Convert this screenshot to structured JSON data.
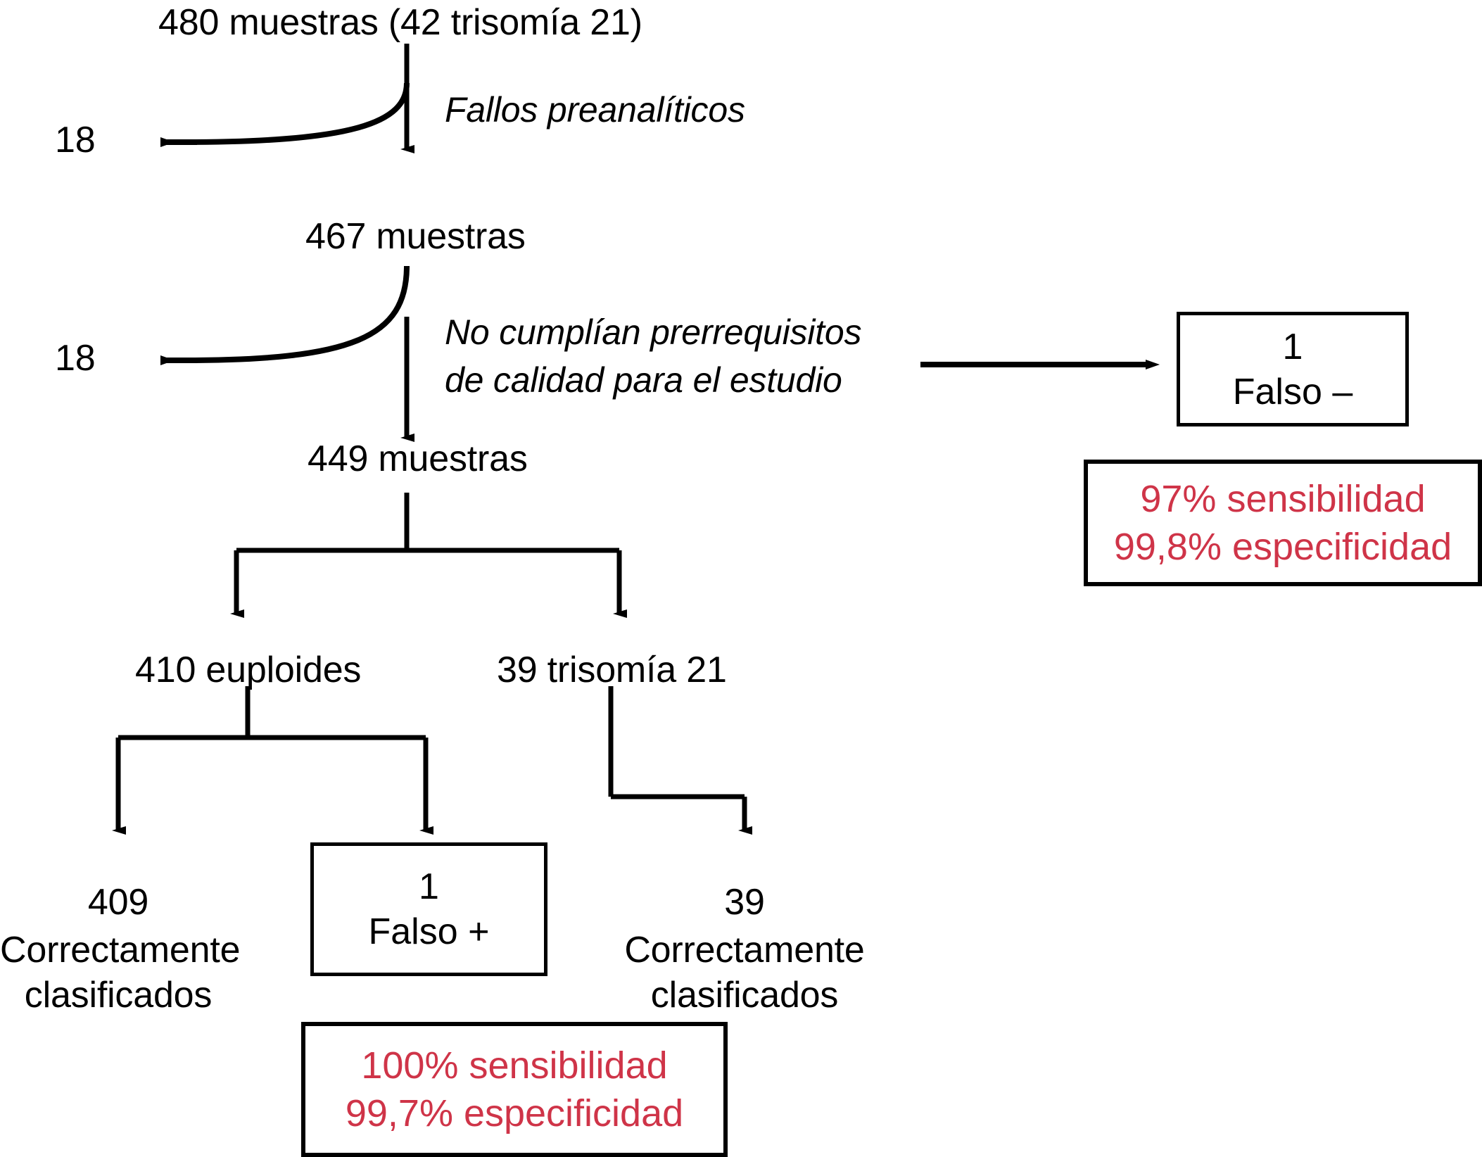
{
  "diagram": {
    "title_node": "480 muestras (42 trisomía 21)",
    "nodes": {
      "total_samples": "480 muestras (42 trisomía 21)",
      "after_preanalytic": "467 muestras",
      "after_quality": "449 muestras",
      "euploid": "410 euploides",
      "trisomy": "39 trisomía 21",
      "excluded_preanalytic": "18",
      "excluded_quality": "18",
      "correct_euploid_count": "409",
      "correct_euploid_line1": "Correctamente",
      "correct_euploid_line2": "clasificados",
      "correct_trisomy_count": "39",
      "correct_trisomy_line1": "Correctamente",
      "correct_trisomy_line2": "clasificados"
    },
    "edge_labels": {
      "preanalytic_failures": "Fallos preanalíticos",
      "quality_prereq_line1": "No cumplían prerrequisitos",
      "quality_prereq_line2": "de calidad para el estudio"
    },
    "boxes": {
      "false_negative": {
        "count": "1",
        "label": "Falso –"
      },
      "false_positive": {
        "count": "1",
        "label": "Falso +"
      }
    },
    "metric_boxes": {
      "quality_excluded_metrics": {
        "sensitivity": "97% sensibilidad",
        "specificity": "99,8% especificidad"
      },
      "final_metrics": {
        "sensitivity": "100% sensibilidad",
        "specificity": "99,7% especificidad"
      }
    },
    "colors": {
      "stroke": "#000000",
      "metric_text": "#cf3448",
      "background": "#ffffff"
    }
  }
}
